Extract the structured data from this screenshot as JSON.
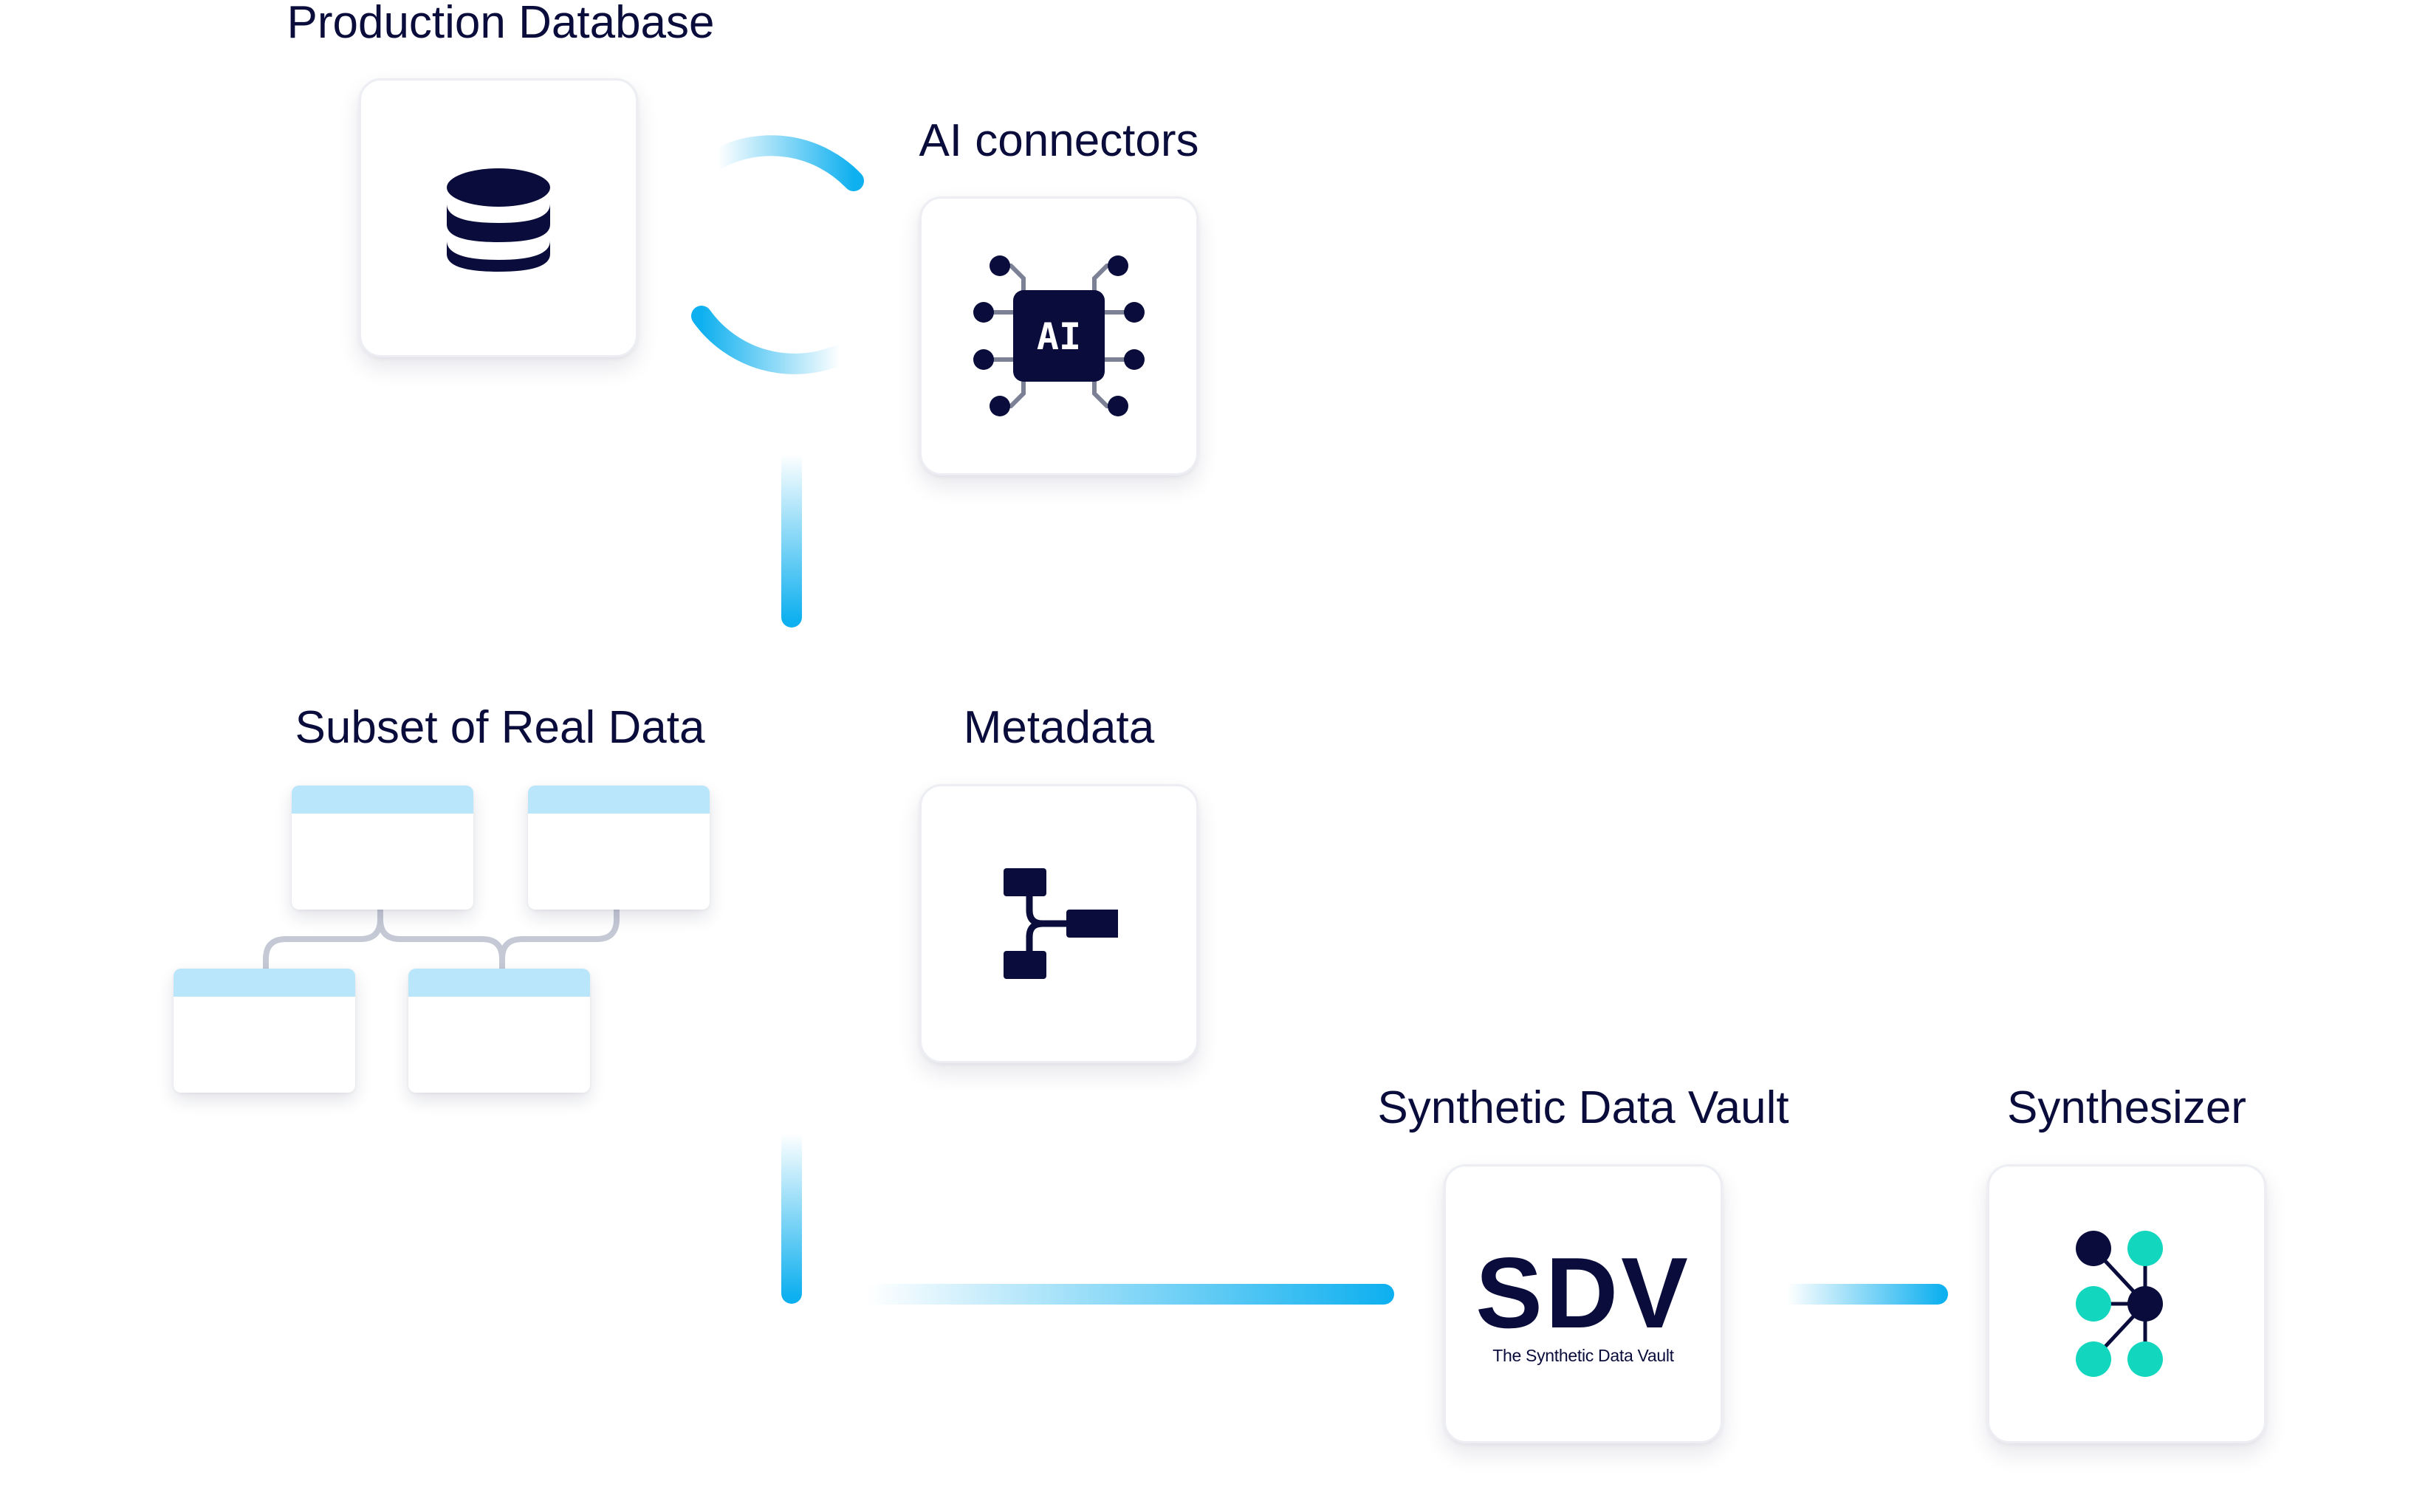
{
  "nodes": {
    "production_database": {
      "label": "Production Database",
      "icon": "database-icon"
    },
    "ai_connectors": {
      "label": "AI connectors",
      "icon": "ai-chip-icon",
      "chip_text": "AI"
    },
    "subset_real_data": {
      "label": "Subset of Real Data",
      "icon": "related-tables-icon"
    },
    "metadata": {
      "label": "Metadata",
      "icon": "hierarchy-icon"
    },
    "synthetic_data_vault": {
      "label": "Synthetic Data Vault",
      "logo_big": "SDV",
      "logo_small": "The Synthetic Data Vault"
    },
    "synthesizer": {
      "label": "Synthesizer",
      "icon": "network-nodes-icon"
    }
  },
  "colors": {
    "ink": "#0a0d3b",
    "accent_blue": "#0fb0ef",
    "accent_teal": "#13d6bf",
    "table_header": "#b9e6fb",
    "connector_gray": "#c5c9d6"
  }
}
